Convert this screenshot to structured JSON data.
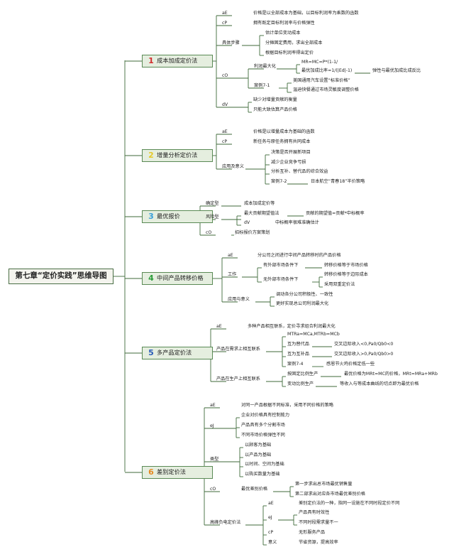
{
  "colors": {
    "line": "#3f6a3a",
    "node_fill": "#e5eedf",
    "node_border": "#5a8a55",
    "root_fill": "#f4f4ee"
  },
  "root": "第七章“定价实践”思维导图",
  "sections": [
    {
      "num": "1",
      "num_color": "#d22b2b",
      "label": "成本加成定价法"
    },
    {
      "num": "2",
      "num_color": "#e5c92a",
      "label": "增量分析定价法"
    },
    {
      "num": "3",
      "num_color": "#3aa0d8",
      "label": "最优报价"
    },
    {
      "num": "4",
      "num_color": "#2c9c3a",
      "label": "中间产品转移价格"
    },
    {
      "num": "5",
      "num_color": "#2a5cb8",
      "label": "多产品定价法"
    },
    {
      "num": "6",
      "num_color": "#e58a22",
      "label": "差别定价法"
    }
  ],
  "labels": {
    "s1_ae": "aE",
    "s1_ae_t": "价格是以全部成本为基础，以目标利润率为乘数的函数",
    "s1_cp": "cP",
    "s1_cp_t": "拥有既定目标利润率与价格弹性",
    "s1_steps": "具体步骤",
    "s1_step1": "估计单位变动成本",
    "s1_step2": "分摊固定费用，求出全部成本",
    "s1_step3": "根据目标利润率得出定价",
    "s1_co": "cO",
    "s1_pm": "利润最大化",
    "s1_mr": "MR=MC=P*(1-1/",
    "s1_opt": "最优加成比率=1/(|Ed|-1)",
    "s1_elas": "弹性与最优加成比成反比",
    "s1_case": "案例7-1",
    "s1_case1": "美国通用汽车设置“标准价格”",
    "s1_case2": "温迪快餐通过市场灵敏度调整价格",
    "s1_dv": "dV",
    "s1_dv1": "缺少对增量贡献的衡量",
    "s1_dv2": "只能大致估算产品价格",
    "s2_ae": "aE",
    "s2_ae_t": "价格是以增量成本为基础的函数",
    "s2_cp": "cP",
    "s2_cp_t": "新任务与原任务拥有共同成本",
    "s2_app": "应用及意义",
    "s2_app1": "决策是否开展新项目",
    "s2_app2": "减少企业竞争亏损",
    "s2_app3": "分析互补、替代品的综合效益",
    "s2_case": "案例7-2",
    "s2_case_t": "日本航空“青春18”半价策略",
    "s3_det": "确定型",
    "s3_det_t": "成本加成定价等",
    "s3_risk": "风险型",
    "s3_max": "最大贡献期望值法",
    "s3_max_t": "贡献的期望值=贡献*中标概率",
    "s3_dv": "dV",
    "s3_dv_t": "中标概率很难准确估计",
    "s3_co": "cO",
    "s3_co_t": "招标报价方案策划",
    "s4_ae": "aE",
    "s4_ae_t": "分公司之间进行中间产品转移时的产品价格",
    "s4_work": "工作",
    "s4_mk": "有外部市场条件下",
    "s4_mk_t": "转移价格等于市场价格",
    "s4_nomk": "无外部市场条件下",
    "s4_nomk1": "转移价格等于边际成本",
    "s4_nomk2": "采用双重定价法",
    "s4_app": "应用与意义",
    "s4_app1": "调动各分公司积极性、一致性",
    "s4_app2": "更好实现总公司利润最大化",
    "s5_ae": "aE",
    "s5_ae_t": "多种产品相互联系，定价寻求组合利润最大化",
    "s5_demand": "产品在需求上相互联系",
    "s5_mtr": "MTRa=MCa,MTRb=MCb",
    "s5_sub": "互为替代品",
    "s5_sub_t": "交叉边际收入<0,Pa0/Qb0<0",
    "s5_comp": "互为互补品",
    "s5_comp_t": "交叉边际收入>0,Pa0/Qb0>0",
    "s5_case": "案例7-4",
    "s5_case_t": "感恩节火鸡价格定低一些",
    "s5_prod": "产品在生产上相互联系",
    "s5_fix": "按固定比例生产",
    "s5_fix_t": "最优价格为MRt=MC的价格，MRt=MRa+MRb",
    "s5_var": "变动比例生产",
    "s5_var_t": "等收入与等成本曲线的切点即为最优价格",
    "s6_ae": "aE",
    "s6_ae_t": "对同一产品根据不同标准，采用不同价格的策略",
    "s6_ej": "eJ",
    "s6_ej1": "企业对价格具有控制能力",
    "s6_ej2": "产品具有多个分割市场",
    "s6_ej3": "不同市场价格弹性不同",
    "s6_type": "类型",
    "s6_type1": "以顾客为基础",
    "s6_type2": "以产品为基础",
    "s6_type3": "以时间、空间为基础",
    "s6_type4": "以购买数量为基础",
    "s6_co": "cO",
    "s6_opt": "最优差别价格",
    "s6_opt1": "第一步求出总市场最优销售量",
    "s6_opt2": "第二部求出对应各市场最优差别价格",
    "s6_peak": "高峰负电定价法",
    "s6_pk_ae": "aE",
    "s6_pk_ae_t": "差别定价法的一种，指同一设施在不同时段定价不同",
    "s6_pk_ej": "eJ",
    "s6_pk_ej1": "产品具有时效性",
    "s6_pk_ej2": "不同时段需求量不一",
    "s6_pk_cp": "cP",
    "s6_pk_cp_t": "无形服务产品",
    "s6_pk_sig": "意义",
    "s6_pk_sig_t": "节省资源，提高效率"
  }
}
